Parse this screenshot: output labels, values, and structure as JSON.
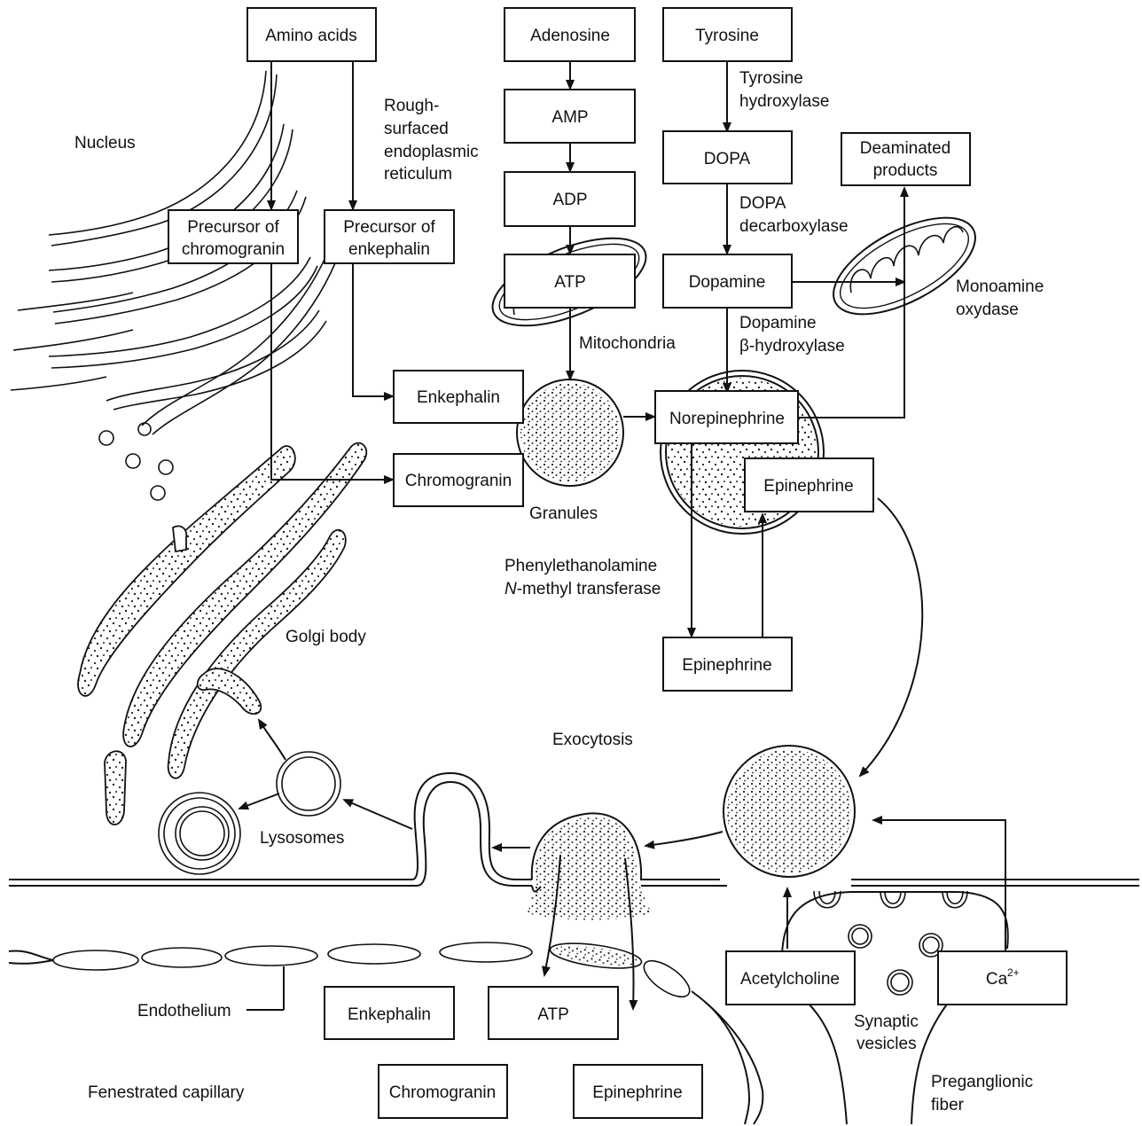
{
  "colors": {
    "ink": "#111111",
    "background": "#ffffff"
  },
  "boxes": {
    "amino_acids": "Amino acids",
    "adenosine": "Adenosine",
    "tyrosine": "Tyrosine",
    "amp": "AMP",
    "adp": "ADP",
    "atp": "ATP",
    "dopa": "DOPA",
    "dopamine": "Dopamine",
    "deaminated": [
      "Deaminated",
      "products"
    ],
    "precursor_chromogranin": [
      "Precursor of",
      "chromogranin"
    ],
    "precursor_enkephalin": [
      "Precursor of",
      "enkephalin"
    ],
    "enkephalin": "Enkephalin",
    "chromogranin": "Chromogranin",
    "norepinephrine": "Norepinephrine",
    "epinephrine_granule": "Epinephrine",
    "epinephrine_cytosol": "Epinephrine",
    "acetylcholine": "Acetylcholine",
    "calcium": "Ca",
    "calcium_sup": "2+",
    "out_enkephalin": "Enkephalin",
    "out_atp": "ATP",
    "out_chromogranin": "Chromogranin",
    "out_epinephrine": "Epinephrine"
  },
  "labels": {
    "nucleus": "Nucleus",
    "rough_er": [
      "Rough-",
      "surfaced",
      "endoplasmic",
      "reticulum"
    ],
    "tyrosine_hydroxylase": [
      "Tyrosine",
      "hydroxylase"
    ],
    "dopa_decarboxylase": [
      "DOPA",
      "decarboxylase"
    ],
    "monoamine_oxidase": [
      "Monoamine",
      "oxydase"
    ],
    "dopamine_hydroxylase_1": "Dopamine",
    "dopamine_hydroxylase_2": "β-hydroxylase",
    "mitochondria": "Mitochondria",
    "granules": "Granules",
    "pnmt_1": "Phenylethanolamine",
    "pnmt_2_italic": "N",
    "pnmt_2_rest": "-methyl transferase",
    "golgi_body": "Golgi body",
    "exocytosis": "Exocytosis",
    "lysosomes": "Lysosomes",
    "endothelium": "Endothelium",
    "fenestrated_capillary": "Fenestrated capillary",
    "synaptic_vesicles": [
      "Synaptic",
      "vesicles"
    ],
    "preganglionic_fiber": [
      "Preganglionic",
      "fiber"
    ]
  }
}
